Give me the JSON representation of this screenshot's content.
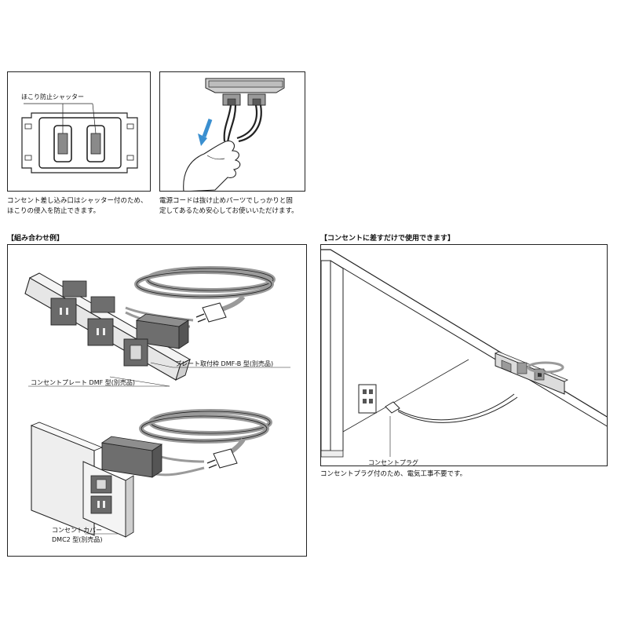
{
  "panel_shutter": {
    "callout": "ほこり防止シャッター",
    "caption": "コンセント差し込み口はシャッター付のため、\nほこりの侵入を防止できます。"
  },
  "panel_cord": {
    "caption": "電源コードは抜け止めパーツでしっかりと固\n定してあるため安心してお使いいただけます。"
  },
  "combo": {
    "heading": "【組み合わせ例】",
    "label_plate": "コンセントプレート DMF 型(別売品)",
    "label_frame": "プレート取付枠 DMF-B 型(別売品)",
    "label_cover_line1": "コンセントカバー",
    "label_cover_line2": "DMC2 型(別売品)"
  },
  "usage": {
    "heading": "【コンセントに差すだけで使用できます】",
    "label_plug": "コンセントプラグ",
    "caption": "コンセントプラグ付のため、電気工事不要です。"
  },
  "colors": {
    "stroke": "#222222",
    "socket_dark": "#6e6e6e",
    "socket_light": "#d9d9d9",
    "accent_arrow": "#3a8fd0"
  }
}
